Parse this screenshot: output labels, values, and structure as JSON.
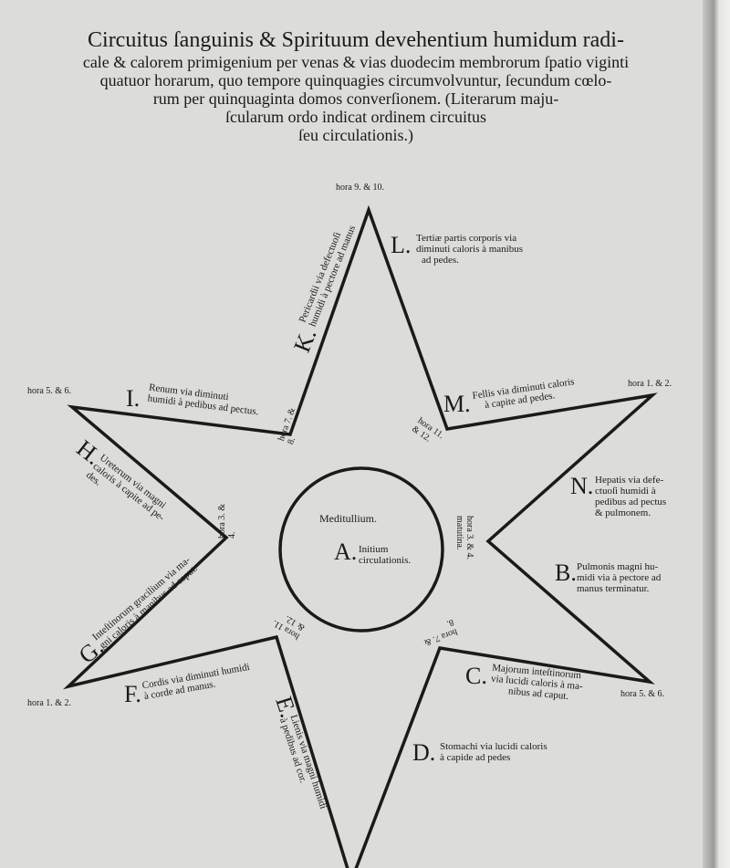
{
  "title": {
    "lines": [
      "Circuitus ſanguinis & Spirituum devehentium humidum radi-",
      "cale & calorem primigenium per venas & vias duodecim membrorum ſpatio viginti",
      "quatuor horarum, quo tempore quinquagies circumvolvuntur, ſecundum cœlo-",
      "rum per quinquaginta domos converſionem. (Literarum maju-",
      "ſcularum ordo indicat ordinem circuitus",
      "ſeu circulationis.)"
    ]
  },
  "center": {
    "label": "Meditullium.",
    "letter": "A.",
    "text": "Initium circulationis."
  },
  "points": {
    "L": {
      "letter": "L.",
      "text": [
        "Tertiæ partis corporis via",
        "diminuti caloris à manibus",
        "ad pedes."
      ]
    },
    "K": {
      "letter": "K.",
      "text": [
        "Pericardii via defectuoſi",
        "humidi à pectore ad manus"
      ]
    },
    "M": {
      "letter": "M.",
      "text": [
        "Fellis via diminuti caloris",
        "à capite ad pedes."
      ]
    },
    "I": {
      "letter": "I.",
      "text": [
        "Renum via diminuti",
        "humidi à pedibus ad pectus."
      ]
    },
    "H": {
      "letter": "H.",
      "text": [
        "Ureterum via magni",
        "caloris à capite ad pe-",
        "des."
      ]
    },
    "G": {
      "letter": "G.",
      "text": [
        "Inteſtinorum gracilium via ma-",
        "gni caloris à manibus ad caput."
      ]
    },
    "F": {
      "letter": "F.",
      "text": [
        "Cordis via diminuti humidi",
        "à corde ad manus."
      ]
    },
    "E": {
      "letter": "E.",
      "text": [
        "Lienis via magni humidi",
        "à pedibus ad cor."
      ]
    },
    "N": {
      "letter": "N.",
      "text": [
        "Hepatis via defe-",
        "ctuoſi humidi à",
        "pedibus ad pectus",
        "& pulmonem."
      ]
    },
    "B": {
      "letter": "B.",
      "text": [
        "Pulmonis magni hu-",
        "midi via à pectore ad",
        "manus terminatur."
      ]
    },
    "C": {
      "letter": "C.",
      "text": [
        "Majorum inteſtinorum",
        "via lucidi caloris à ma-",
        "nibus ad caput."
      ]
    },
    "D": {
      "letter": "D.",
      "text": [
        "Stomachi via lucidi caloris",
        "à capide ad pedes"
      ]
    }
  },
  "hours": {
    "top": "hora 9. & 10.",
    "right_top": "hora 1. & 2.",
    "right_bottom": "hora 5. & 6.",
    "left_top": "hora 5. & 6.",
    "left_bottom": "hora 1. & 2.",
    "left_inner": "hora 3. & 4.",
    "right_inner": "hora 3. & 4. matutina.",
    "upper_right_inner": "hora 11. & 12.",
    "upper_left_inner": "hora 7. & 8.",
    "lower_left_inner": "hora 11. & 12.",
    "lower_right_inner": "hora 7. & 8."
  }
}
